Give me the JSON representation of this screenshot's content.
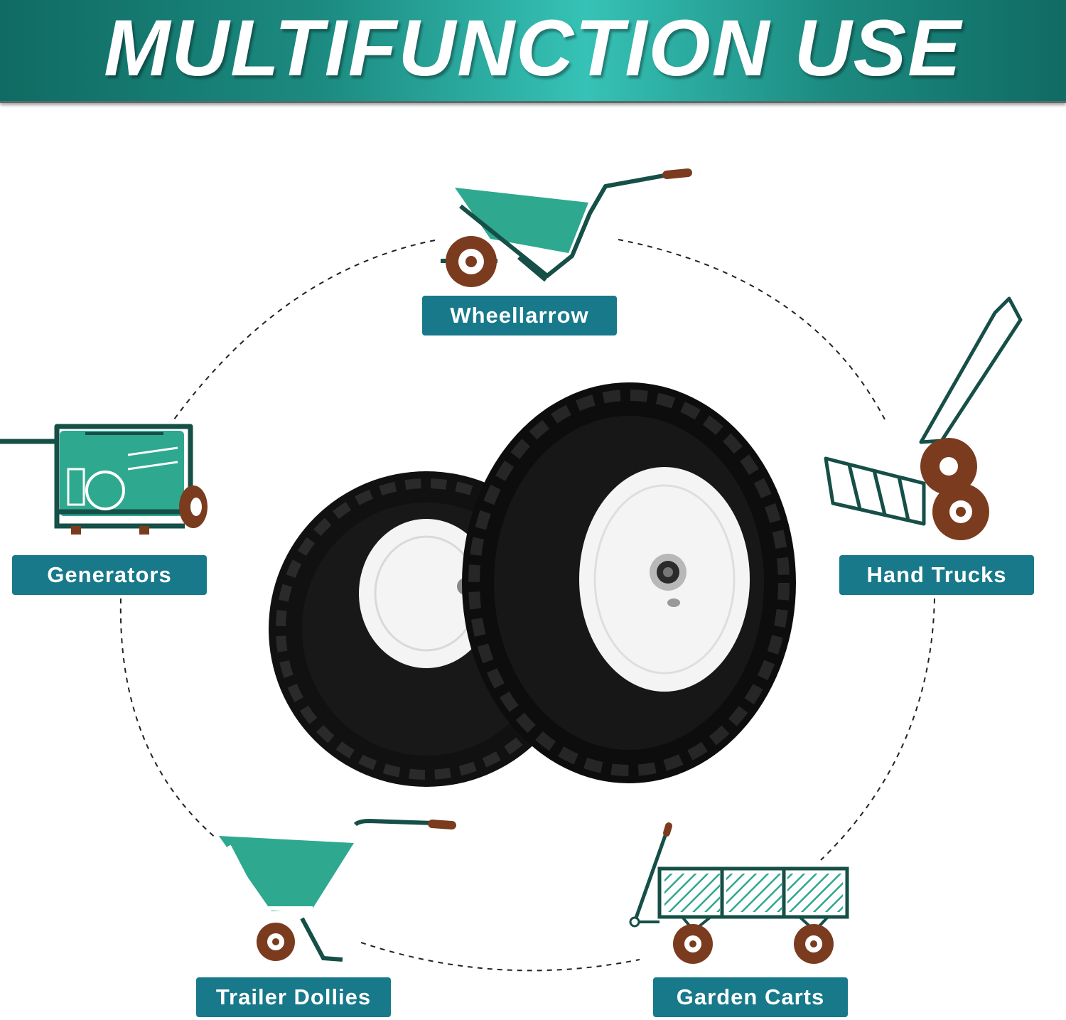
{
  "banner": {
    "title": "MULTIFUNCTION USE"
  },
  "uses": [
    {
      "label": "Wheellarrow",
      "icon": "wheelbarrow-icon"
    },
    {
      "label": "Generators",
      "icon": "generator-icon"
    },
    {
      "label": "Hand Trucks",
      "icon": "hand-truck-icon"
    },
    {
      "label": "Trailer Dollies",
      "icon": "trailer-dolly-icon"
    },
    {
      "label": "Garden Carts",
      "icon": "garden-cart-icon"
    }
  ],
  "colors": {
    "banner": "#1c8a80",
    "label_bg": "#17798a",
    "icon_teal": "#2ea88f",
    "icon_outline": "#154f47",
    "wheel_brown": "#7b3b1e",
    "tire": "#141414",
    "rim": "#f4f4f4"
  }
}
